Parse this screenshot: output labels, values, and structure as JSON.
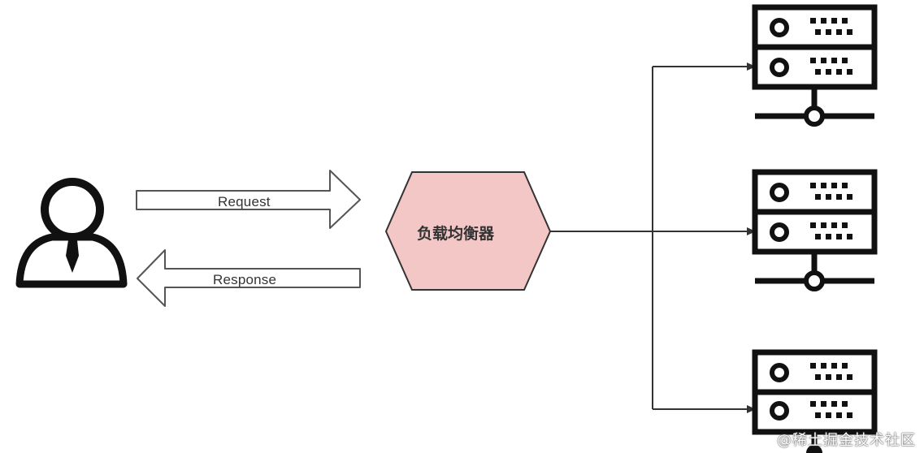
{
  "diagram": {
    "request_label": "Request",
    "response_label": "Response",
    "load_balancer_label": "负载均衡器",
    "watermark": "@稀土掘金技术社区"
  },
  "colors": {
    "stroke": "#222222",
    "arrow_fill": "#ffffff",
    "load_balancer_fill": "#f4c7c7",
    "line": "#333333",
    "text": "#333333"
  },
  "icons": {
    "user": "user-icon",
    "server": "server-icon"
  }
}
